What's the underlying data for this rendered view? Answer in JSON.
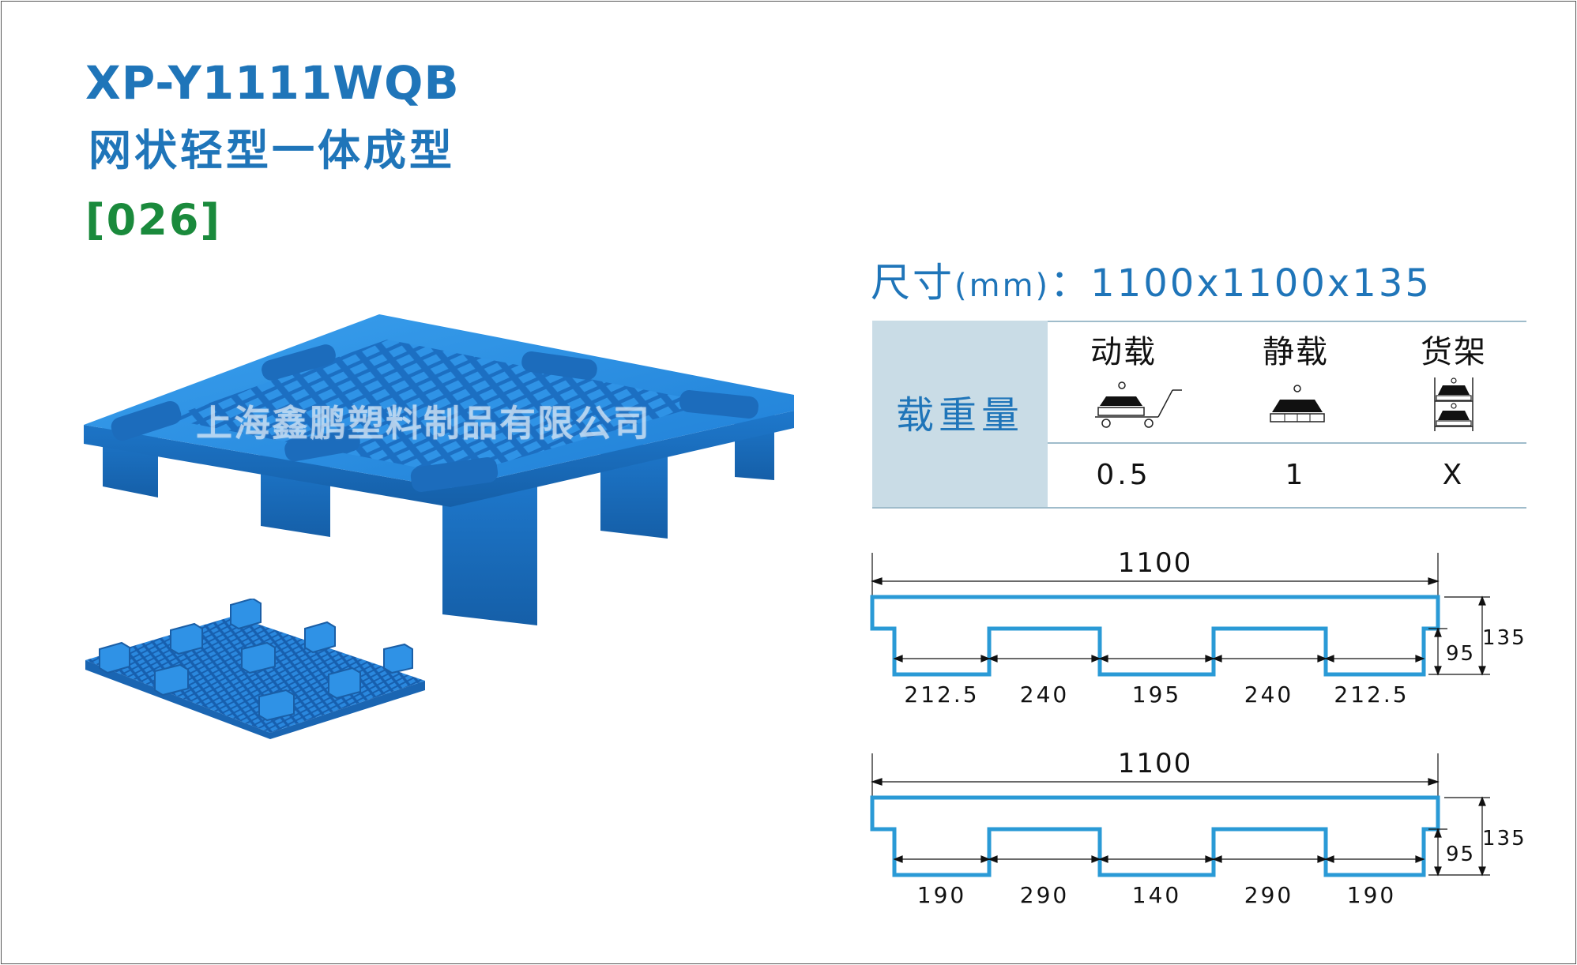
{
  "product": {
    "model": "XP-Y1111WQB",
    "name": "网状轻型一体成型",
    "code": "[026]",
    "watermark": "上海鑫鹏塑料制品有限公司"
  },
  "dimensions": {
    "label": "尺寸",
    "unit": "(mm)",
    "separator": "：",
    "value": "1100x1100x135"
  },
  "load_table": {
    "row_header": "载重量",
    "columns": [
      {
        "title": "动载",
        "icon": "dynamic-load-cart-icon",
        "value": "0.5"
      },
      {
        "title": "静载",
        "icon": "static-load-icon",
        "value": "1"
      },
      {
        "title": "货架",
        "icon": "racking-load-icon",
        "value": "X"
      }
    ]
  },
  "drawings": [
    {
      "overall_length": "1100",
      "height_total": "135",
      "height_inner": "95",
      "segments": [
        "212.5",
        "240",
        "195",
        "240",
        "212.5"
      ]
    },
    {
      "overall_length": "1100",
      "height_total": "135",
      "height_inner": "95",
      "segments": [
        "190",
        "290",
        "140",
        "290",
        "190"
      ]
    }
  ],
  "colors": {
    "title_blue": "#1f75b9",
    "code_green": "#1a8a3c",
    "table_header_bg": "#c9dce6",
    "pallet_blue": "#2a8ee0",
    "drawing_line_blue": "#2a9ad6"
  }
}
